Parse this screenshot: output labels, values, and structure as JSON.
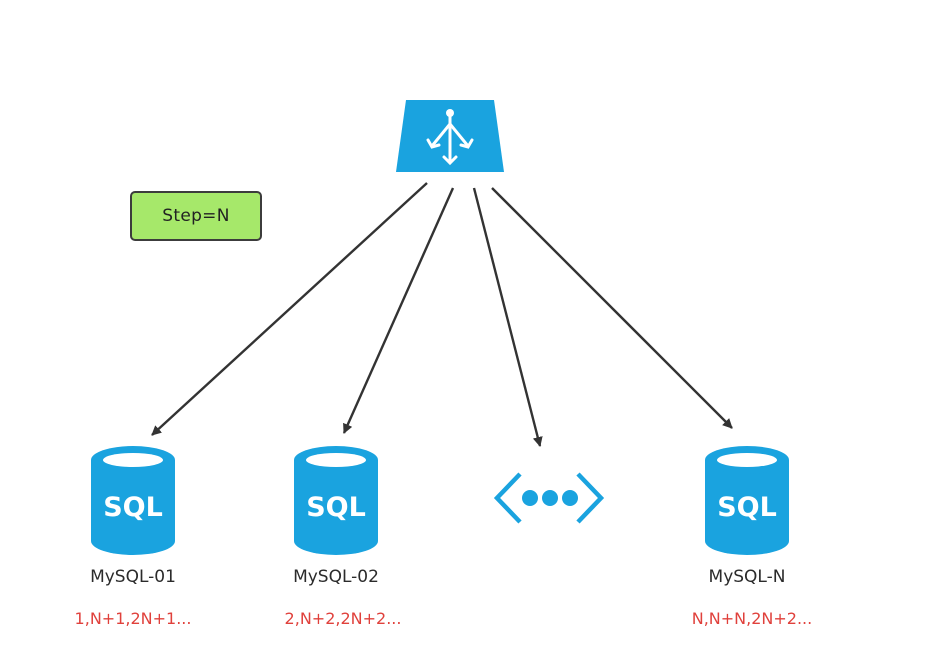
{
  "step_box": {
    "label": "Step=N"
  },
  "nodes": [
    {
      "name": "MySQL-01",
      "sequence": "1,N+1,2N+1...",
      "icon": "sql-database-icon",
      "icon_text": "SQL"
    },
    {
      "name": "MySQL-02",
      "sequence": "2,N+2,2N+2...",
      "icon": "sql-database-icon",
      "icon_text": "SQL"
    },
    {
      "name": "",
      "sequence": "",
      "icon": "ellipsis-more-icon"
    },
    {
      "name": "MySQL-N",
      "sequence": "N,N+N,2N+2...",
      "icon": "sql-database-icon",
      "icon_text": "SQL"
    }
  ],
  "source": {
    "icon": "load-balancer-icon"
  },
  "colors": {
    "icon_blue": "#1aa3df",
    "step_fill": "#a6e86a",
    "sequence_red": "#e0413c",
    "arrow": "#333333"
  }
}
